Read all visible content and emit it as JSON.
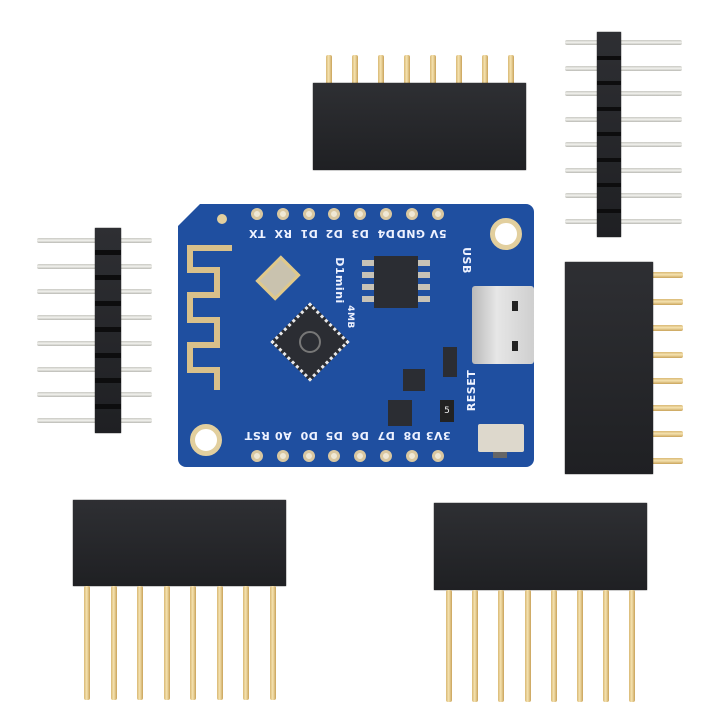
{
  "scene": {
    "subject": "WeMos D1 mini V3 ESP8266 development board with pin headers",
    "background_color": "#ffffff",
    "board_color": "#1f4fa0",
    "header_color": "#26272b",
    "gold_pin_color": "#e8cf95",
    "silver_pin_color": "#dcdcd6"
  },
  "board": {
    "name": "D1mini",
    "flash_label": "4MB",
    "top_pin_labels": [
      "TX",
      "RX",
      "D1",
      "D2",
      "D3",
      "D4",
      "GND",
      "5V"
    ],
    "bottom_pin_labels": [
      "RST",
      "A0",
      "D0",
      "D5",
      "D6",
      "D7",
      "D8",
      "3V3"
    ],
    "usb_label": "USB",
    "reset_label": "RESET",
    "resistor_marking": "5",
    "mcu_logo": "wifi-logo"
  },
  "headers": {
    "top_female": {
      "pins": 8,
      "orientation": "pins-up"
    },
    "right_male": {
      "pins": 8,
      "orientation": "vertical"
    },
    "left_male": {
      "pins": 8,
      "orientation": "vertical"
    },
    "right_female": {
      "pins": 8,
      "orientation": "pins-right"
    },
    "bottom_left_female": {
      "pins": 8,
      "orientation": "pins-down"
    },
    "bottom_right_female": {
      "pins": 8,
      "orientation": "pins-down"
    }
  }
}
